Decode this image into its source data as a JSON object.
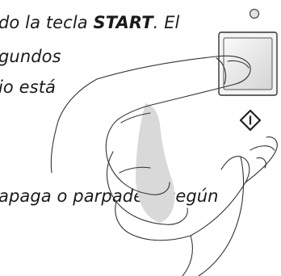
{
  "instruction": {
    "line1_prefix": "do la tecla ",
    "line1_key": "START",
    "line1_suffix": ". El",
    "line2": "gundos",
    "line3": "io está",
    "line4": "apaga o parpadea  (según"
  },
  "panel": {
    "indicator": "indicator-light",
    "button": "start-button",
    "symbol": "start-pause-icon"
  }
}
